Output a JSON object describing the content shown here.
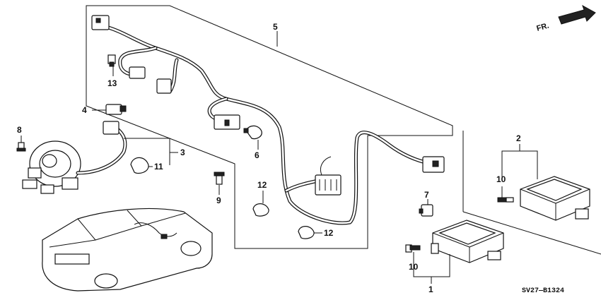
{
  "diagram": {
    "code": "SV27—B1324",
    "direction": "FR.",
    "callouts": [
      {
        "id": "1",
        "label": "1"
      },
      {
        "id": "2",
        "label": "2"
      },
      {
        "id": "3",
        "label": "3"
      },
      {
        "id": "4",
        "label": "4"
      },
      {
        "id": "5",
        "label": "5"
      },
      {
        "id": "6",
        "label": "6"
      },
      {
        "id": "7",
        "label": "7"
      },
      {
        "id": "8",
        "label": "8"
      },
      {
        "id": "9",
        "label": "9"
      },
      {
        "id": "10a",
        "label": "10"
      },
      {
        "id": "10b",
        "label": "10"
      },
      {
        "id": "11",
        "label": "11"
      },
      {
        "id": "12a",
        "label": "12"
      },
      {
        "id": "12b",
        "label": "12"
      },
      {
        "id": "13",
        "label": "13"
      }
    ]
  }
}
